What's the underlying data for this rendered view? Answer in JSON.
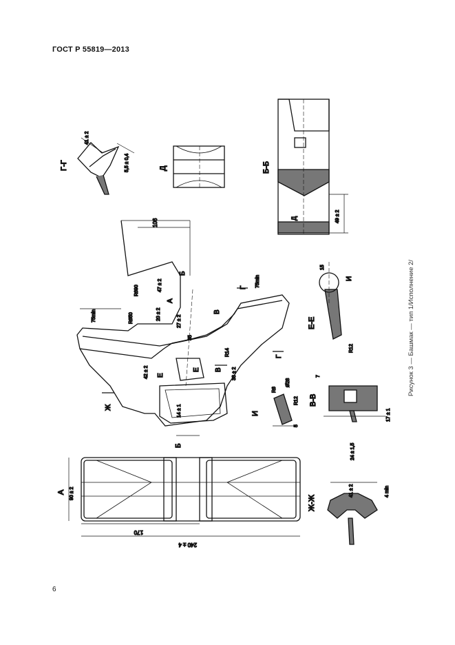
{
  "header": {
    "standard": "ГОСТ Р 55819—2013"
  },
  "page_number": "6",
  "caption": "Рисунок  3 — Башмак — тип 1/Исполнение 2/",
  "section_labels": {
    "g_g": "Г-Г",
    "d_view": "Д",
    "b_b": "Б-Б",
    "e_e": "Е-Е",
    "v_v": "В-В",
    "i_view": "И",
    "zh_zh": "Ж-Ж",
    "a_view": "А",
    "b_mark": "Б",
    "g_mark": "Г",
    "v_mark": "В",
    "e_mark": "Е",
    "zh_mark": "Ж",
    "d_mark": "Д",
    "i_mark": "И"
  },
  "dimensions": {
    "d_41": "41 ± 2",
    "d_5": "5,5 ± 0,4",
    "d_106": "106",
    "d_r690": "R690",
    "d_47": "47 ± 2",
    "d_75min_a": "75min",
    "d_75min_b": "75min",
    "d_r650": "R650",
    "d_20": "20 ± 2",
    "d_27": "27 ± 2",
    "d_35": "35",
    "d_42": "42 ± 2",
    "d_r14": "R14",
    "d_38": "38 ± 2",
    "d_r6": "R6",
    "d_28": "Ø28",
    "d_r12a": "R12",
    "d_5b": "5",
    "d_r12b": "R12",
    "d_7": "7",
    "d_15": "15",
    "d_17": "17 ± 1",
    "d_24": "24 ± 1,5",
    "d_4": "4 min",
    "d_170": "170",
    "d_240": "240 ± 4",
    "d_90": "90 ± 2",
    "d_49": "49 ± 2",
    "d_41b": "41 ± 2",
    "d_14": "14 ± 1"
  }
}
